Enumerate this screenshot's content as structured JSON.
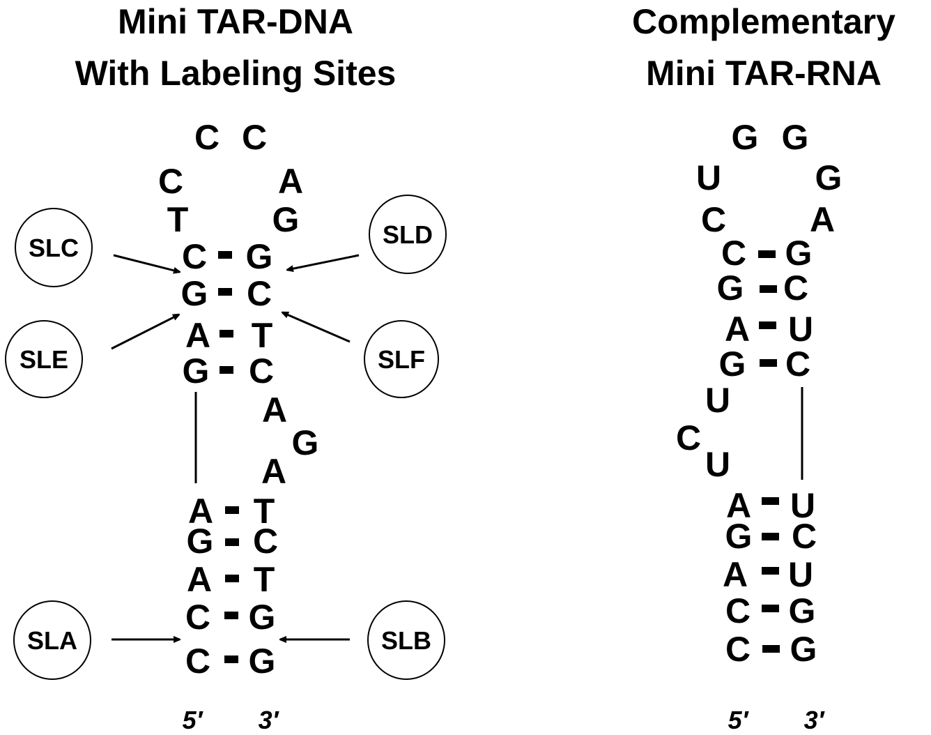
{
  "dna": {
    "title_line1": "Mini TAR-DNA",
    "title_line2": "With Labeling Sites",
    "loop": [
      "C",
      "C",
      "C",
      "A",
      "T",
      "G"
    ],
    "upper_stem": [
      {
        "left": "C",
        "right": "G"
      },
      {
        "left": "G",
        "right": "C"
      },
      {
        "left": "A",
        "right": "T"
      },
      {
        "left": "G",
        "right": "C"
      }
    ],
    "bulge": [
      "A",
      "G",
      "A"
    ],
    "lower_stem": [
      {
        "left": "A",
        "right": "T"
      },
      {
        "left": "G",
        "right": "C"
      },
      {
        "left": "A",
        "right": "T"
      },
      {
        "left": "C",
        "right": "G"
      },
      {
        "left": "C",
        "right": "G"
      }
    ],
    "labeling_sites": [
      "SLC",
      "SLD",
      "SLE",
      "SLF",
      "SLA",
      "SLB"
    ],
    "end_5": "5′",
    "end_3": "3′"
  },
  "rna": {
    "title_line1": "Complementary",
    "title_line2": "Mini TAR-RNA",
    "loop": [
      "G",
      "G",
      "U",
      "G",
      "C",
      "A"
    ],
    "upper_stem": [
      {
        "left": "C",
        "right": "G"
      },
      {
        "left": "G",
        "right": "C"
      },
      {
        "left": "A",
        "right": "U"
      },
      {
        "left": "G",
        "right": "C"
      }
    ],
    "bulge": [
      "U",
      "C",
      "U"
    ],
    "lower_stem": [
      {
        "left": "A",
        "right": "U"
      },
      {
        "left": "G",
        "right": "C"
      },
      {
        "left": "A",
        "right": "U"
      },
      {
        "left": "C",
        "right": "G"
      },
      {
        "left": "C",
        "right": "G"
      }
    ],
    "end_5": "5′",
    "end_3": "3′"
  }
}
